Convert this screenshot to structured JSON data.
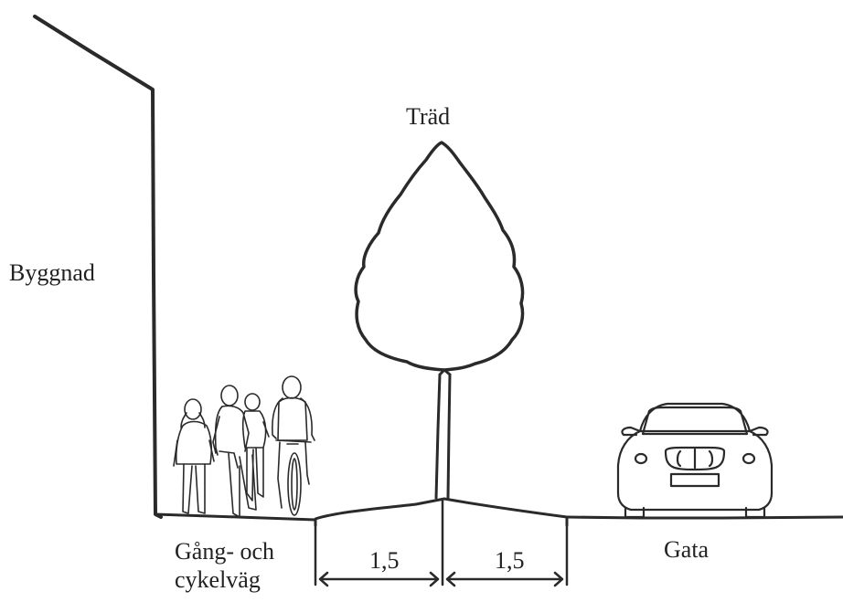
{
  "labels": {
    "building": "Byggnad",
    "tree": "Träd",
    "path_line1": "Gång- och",
    "path_line2": "cykelväg",
    "street": "Gata"
  },
  "dimensions": {
    "left_width": "1,5",
    "right_width": "1,5"
  },
  "colors": {
    "ink": "#2a2a2a",
    "background": "#ffffff"
  },
  "icons": [
    "pedestrian-icon",
    "cyclist-icon",
    "car-icon",
    "tree-icon"
  ]
}
